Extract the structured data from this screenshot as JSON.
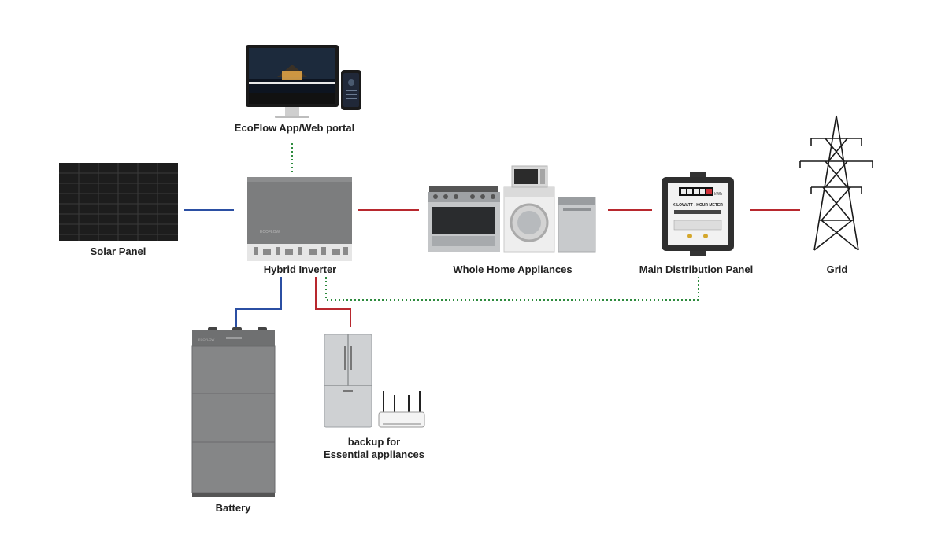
{
  "nodes": {
    "app": {
      "label": "EcoFlow App/Web portal"
    },
    "solar": {
      "label": "Solar Panel"
    },
    "inverter": {
      "label": "Hybrid Inverter",
      "brand": "ECOFLOW"
    },
    "appliances": {
      "label": "Whole Home Appliances"
    },
    "panel": {
      "label": "Main Distribution Panel",
      "meter_text": "KILOWATT - HOUR METER",
      "meter_unit": "kWh"
    },
    "grid": {
      "label": "Grid"
    },
    "battery": {
      "label": "Battery",
      "brand": "ECOFLOW"
    },
    "essential": {
      "line1": "backup for",
      "line2": "Essential appliances"
    }
  },
  "colors": {
    "dc_line": "#2b4fa3",
    "ac_line": "#b8282e",
    "comm_line": "#2e8b3e"
  }
}
